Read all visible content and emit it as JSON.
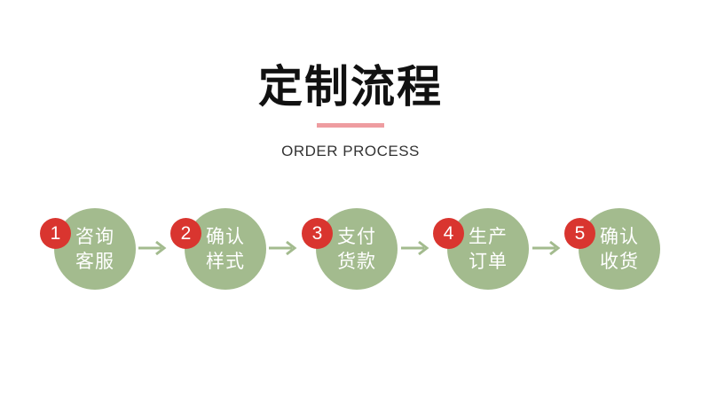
{
  "title": "定制流程",
  "subtitle": "ORDER PROCESS",
  "colors": {
    "circle": "#a3bb8e",
    "badge": "#d9352f",
    "underline": "#ee9ca0",
    "arrow": "#a3bb8e"
  },
  "steps": [
    {
      "number": "1",
      "line1": "咨询",
      "line2": "客服"
    },
    {
      "number": "2",
      "line1": "确认",
      "line2": "样式"
    },
    {
      "number": "3",
      "line1": "支付",
      "line2": "货款"
    },
    {
      "number": "4",
      "line1": "生产",
      "line2": "订单"
    },
    {
      "number": "5",
      "line1": "确认",
      "line2": "收货"
    }
  ]
}
